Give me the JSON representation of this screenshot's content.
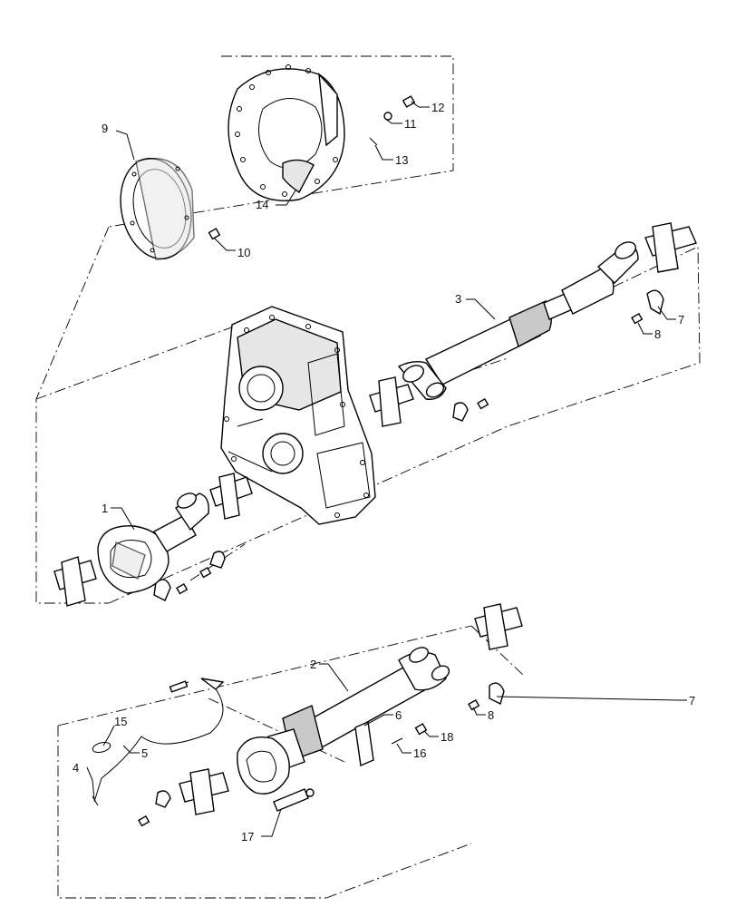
{
  "diagram": {
    "callouts": [
      {
        "id": "c1",
        "label": "1"
      },
      {
        "id": "c2",
        "label": "2"
      },
      {
        "id": "c3",
        "label": "3"
      },
      {
        "id": "c4",
        "label": "4"
      },
      {
        "id": "c5",
        "label": "5"
      },
      {
        "id": "c6",
        "label": "6"
      },
      {
        "id": "c7a",
        "label": "7"
      },
      {
        "id": "c7b",
        "label": "7"
      },
      {
        "id": "c8a",
        "label": "8"
      },
      {
        "id": "c8b",
        "label": "8"
      },
      {
        "id": "c9",
        "label": "9"
      },
      {
        "id": "c10",
        "label": "10"
      },
      {
        "id": "c11",
        "label": "11"
      },
      {
        "id": "c12",
        "label": "12"
      },
      {
        "id": "c13",
        "label": "13"
      },
      {
        "id": "c14",
        "label": "14"
      },
      {
        "id": "c15",
        "label": "15"
      },
      {
        "id": "c16",
        "label": "16"
      },
      {
        "id": "c17",
        "label": "17"
      },
      {
        "id": "c18",
        "label": "18"
      }
    ]
  }
}
